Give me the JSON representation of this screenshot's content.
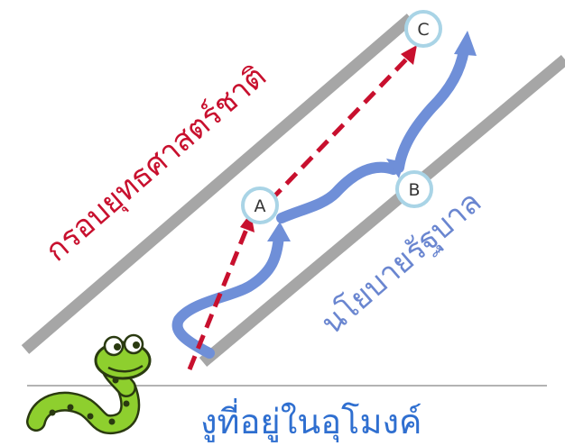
{
  "labels": {
    "strategy_frame": "กรอบยุทธศาสตร์ชาติ",
    "government_policy": "นโยบายรัฐบาล",
    "snake_in_tunnel": "งูที่อยู่ในอุโมงค์"
  },
  "nodes": {
    "a": "A",
    "b": "B",
    "c": "C"
  },
  "colors": {
    "rail": "#a6a6a6",
    "ground": "#9a9a9a",
    "dashed_arrow": "#c8102e",
    "path_arrow": "#6f8fd8",
    "node_border": "#a9d4e6",
    "snake": "#8ecf2e",
    "strategy_text": "#c8102e",
    "policy_text": "#6a86d0",
    "bottom_text": "#2f6fd0"
  }
}
